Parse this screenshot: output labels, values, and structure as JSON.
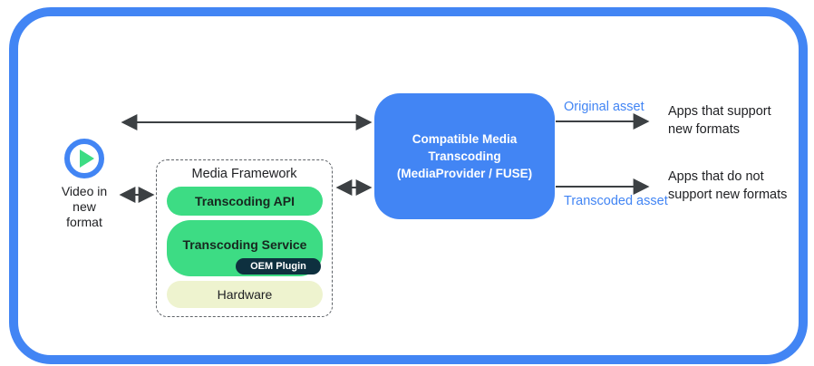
{
  "source": {
    "label": "Video in\nnew\nformat"
  },
  "media_framework": {
    "title": "Media Framework",
    "api_label": "Transcoding API",
    "service_label": "Transcoding Service",
    "oem_badge": "OEM Plugin",
    "hardware_label": "Hardware"
  },
  "transcoder": {
    "title": "Compatible Media\nTranscoding\n(MediaProvider / FUSE)"
  },
  "flows": {
    "original": {
      "label": "Original asset",
      "target": "Apps that support\nnew formats"
    },
    "transcoded": {
      "label": "Transcoded asset",
      "target": "Apps that do not\nsupport new formats"
    }
  },
  "icons": {
    "play_icon": "▶"
  },
  "colors": {
    "accent_blue": "#4285f4",
    "android_green": "#3ddc84",
    "pale_green": "#eef3cf",
    "navy_badge": "#0e303f",
    "arrow_gray": "#3c4043"
  }
}
